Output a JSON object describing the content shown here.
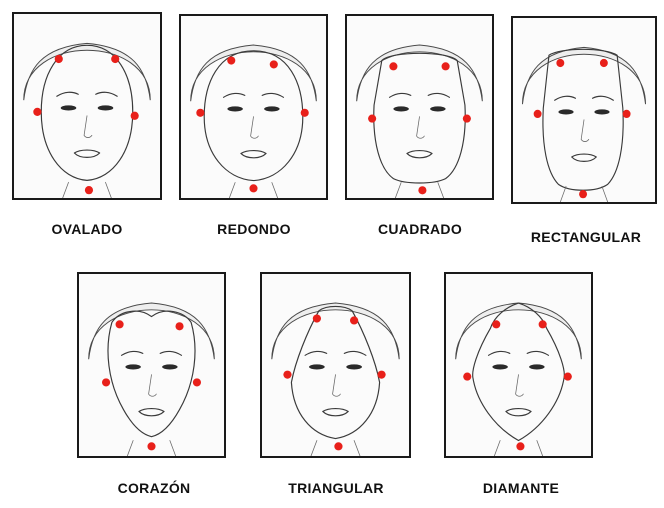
{
  "colors": {
    "marker": "#e8201a",
    "frame": "#1a1a1a",
    "label": "#111111"
  },
  "faces": [
    {
      "id": "ovalado",
      "label": "OVALADO",
      "shape": "oval"
    },
    {
      "id": "redondo",
      "label": "REDONDO",
      "shape": "round"
    },
    {
      "id": "cuadrado",
      "label": "CUADRADO",
      "shape": "square"
    },
    {
      "id": "rectangular",
      "label": "RECTANGULAR",
      "shape": "rectangle"
    },
    {
      "id": "corazon",
      "label": "CORAZÓN",
      "shape": "heart"
    },
    {
      "id": "triangular",
      "label": "TRIANGULAR",
      "shape": "triangle"
    },
    {
      "id": "diamante",
      "label": "DIAMANTE",
      "shape": "diamond"
    }
  ]
}
